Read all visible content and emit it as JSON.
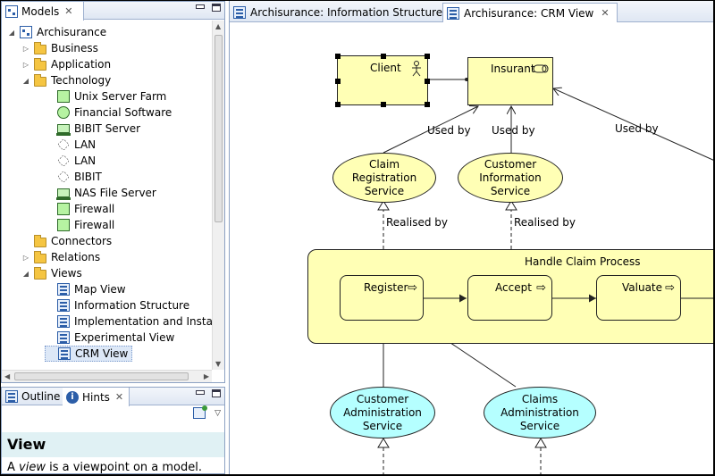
{
  "models_panel": {
    "tab_label": "Models",
    "tree": [
      {
        "label": "Archisurance",
        "icon": "model-icon",
        "twist": "◢"
      },
      {
        "label": "Business",
        "icon": "folder-icon",
        "twist": "▷"
      },
      {
        "label": "Application",
        "icon": "folder-icon",
        "twist": "▷"
      },
      {
        "label": "Technology",
        "icon": "folder-icon",
        "twist": "◢"
      },
      {
        "label": "Unix Server Farm",
        "icon": "node-icon",
        "twist": ""
      },
      {
        "label": "Financial Software",
        "icon": "system-software-icon",
        "twist": ""
      },
      {
        "label": "BIBIT Server",
        "icon": "device-icon",
        "twist": ""
      },
      {
        "label": "LAN",
        "icon": "network-icon",
        "twist": ""
      },
      {
        "label": "LAN",
        "icon": "network-icon",
        "twist": ""
      },
      {
        "label": "BIBIT",
        "icon": "network-icon",
        "twist": ""
      },
      {
        "label": "NAS File Server",
        "icon": "device-icon",
        "twist": ""
      },
      {
        "label": "Firewall",
        "icon": "node-icon",
        "twist": ""
      },
      {
        "label": "Firewall",
        "icon": "node-icon",
        "twist": ""
      },
      {
        "label": "Connectors",
        "icon": "folder-icon",
        "twist": ""
      },
      {
        "label": "Relations",
        "icon": "folder-icon",
        "twist": "▷"
      },
      {
        "label": "Views",
        "icon": "folder-icon",
        "twist": "◢"
      },
      {
        "label": "Map View",
        "icon": "view-icon",
        "twist": ""
      },
      {
        "label": "Information Structure",
        "icon": "view-icon",
        "twist": ""
      },
      {
        "label": "Implementation and Installa",
        "icon": "view-icon",
        "twist": ""
      },
      {
        "label": "Experimental View",
        "icon": "view-icon",
        "twist": ""
      },
      {
        "label": "CRM View",
        "icon": "view-icon",
        "twist": "",
        "selected": true
      }
    ]
  },
  "bottom_panel": {
    "tabs": [
      {
        "label": "Outline"
      },
      {
        "label": "Hints"
      }
    ],
    "hint_title": "View",
    "hint_body_italic": "view",
    "hint_body_pre": "A ",
    "hint_body_post": " is a viewpoint on a model."
  },
  "editor": {
    "tabs": [
      {
        "label": "Archisurance: Information Structure"
      },
      {
        "label": "Archisurance: CRM View"
      }
    ]
  },
  "diagram": {
    "client": "Client",
    "insurant": "Insurant",
    "used_by_1": "Used by",
    "used_by_2": "Used by",
    "used_by_3": "Used by",
    "claim_registration_service": [
      "Claim",
      "Registration",
      "Service"
    ],
    "customer_information_service": [
      "Customer",
      "Information",
      "Service"
    ],
    "realised_by_1": "Realised by",
    "realised_by_2": "Realised by",
    "handle_claim_process": "Handle Claim Process",
    "register": "Register",
    "accept": "Accept",
    "valuate": "Valuate",
    "customer_administration_service": [
      "Customer",
      "Administration",
      "Service"
    ],
    "claims_administration_service": [
      "Claims",
      "Administration",
      "Service"
    ]
  },
  "colors": {
    "business_fill": "#ffffb5",
    "application_fill": "#b5ffff",
    "panel_border": "#8da2c3"
  }
}
